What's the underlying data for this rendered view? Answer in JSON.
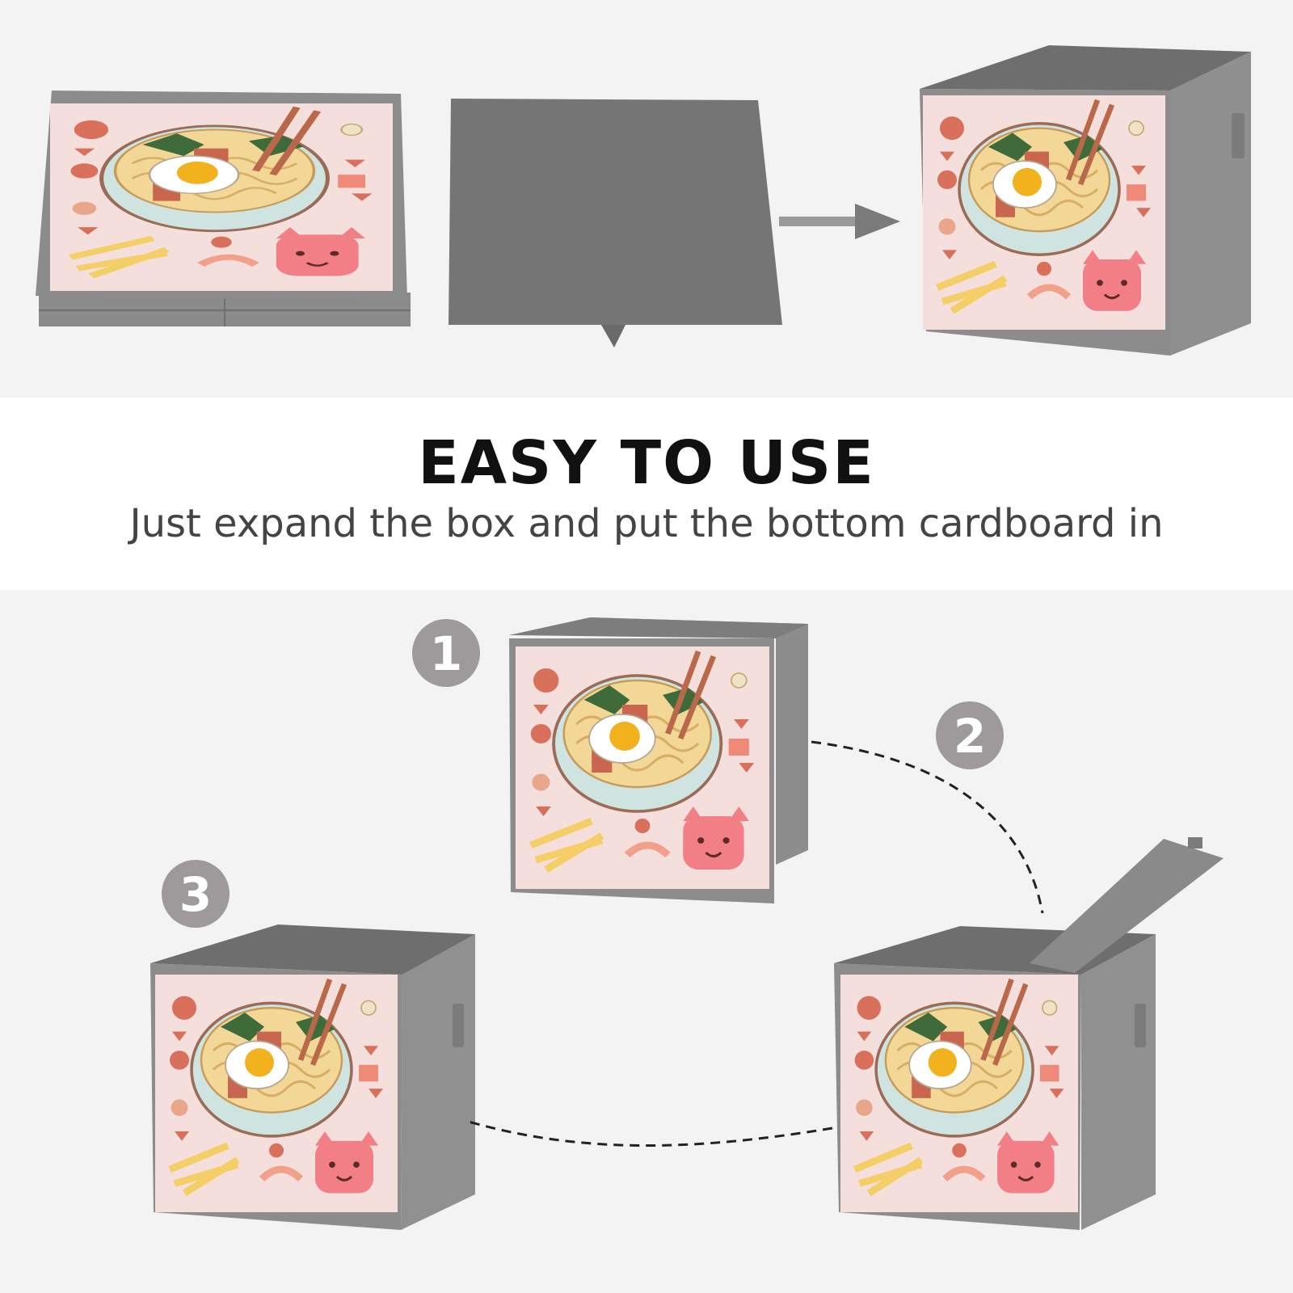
{
  "headline": "EASY TO USE",
  "subline": "Just expand the box and put the bottom cardboard in",
  "steps": [
    "1",
    "2",
    "3"
  ],
  "colors": {
    "box_gray": "#8c8c8c",
    "box_dark": "#737373",
    "art_background": "#f4dfdc",
    "band_light": "#f3f3f3",
    "band_white": "#ffffff"
  }
}
